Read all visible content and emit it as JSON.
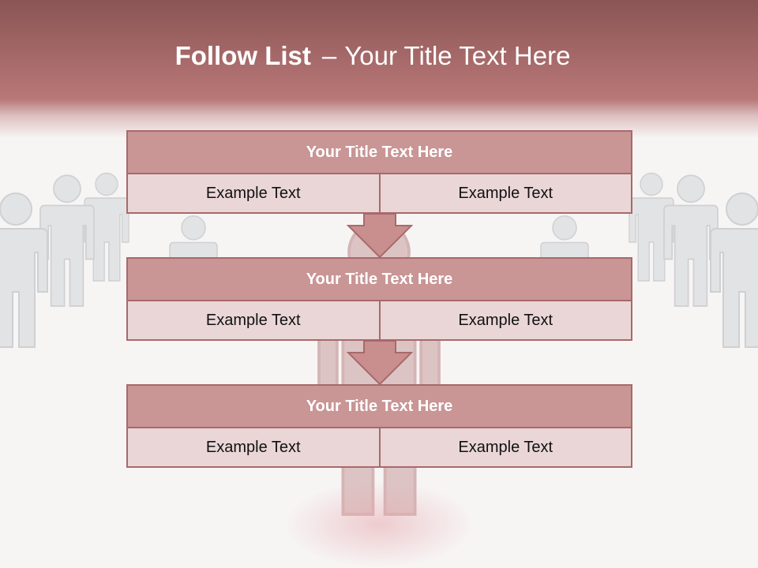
{
  "title": {
    "bold": "Follow List",
    "dash": "–",
    "rest": "Your Title Text Here"
  },
  "blocks": [
    {
      "title": "Your Title Text Here",
      "left": "Example Text",
      "right": "Example Text"
    },
    {
      "title": "Your Title Text Here",
      "left": "Example Text",
      "right": "Example Text"
    },
    {
      "title": "Your Title Text Here",
      "left": "Example Text",
      "right": "Example Text"
    }
  ],
  "colors": {
    "header_band": "#a86a6a",
    "block_header": "#c99595",
    "block_cell": "#ead6d7",
    "border": "#a8696b",
    "arrow_fill": "#c98f8f"
  },
  "icons": {
    "background": "people-crowd-icon",
    "connector": "down-arrow-icon"
  }
}
